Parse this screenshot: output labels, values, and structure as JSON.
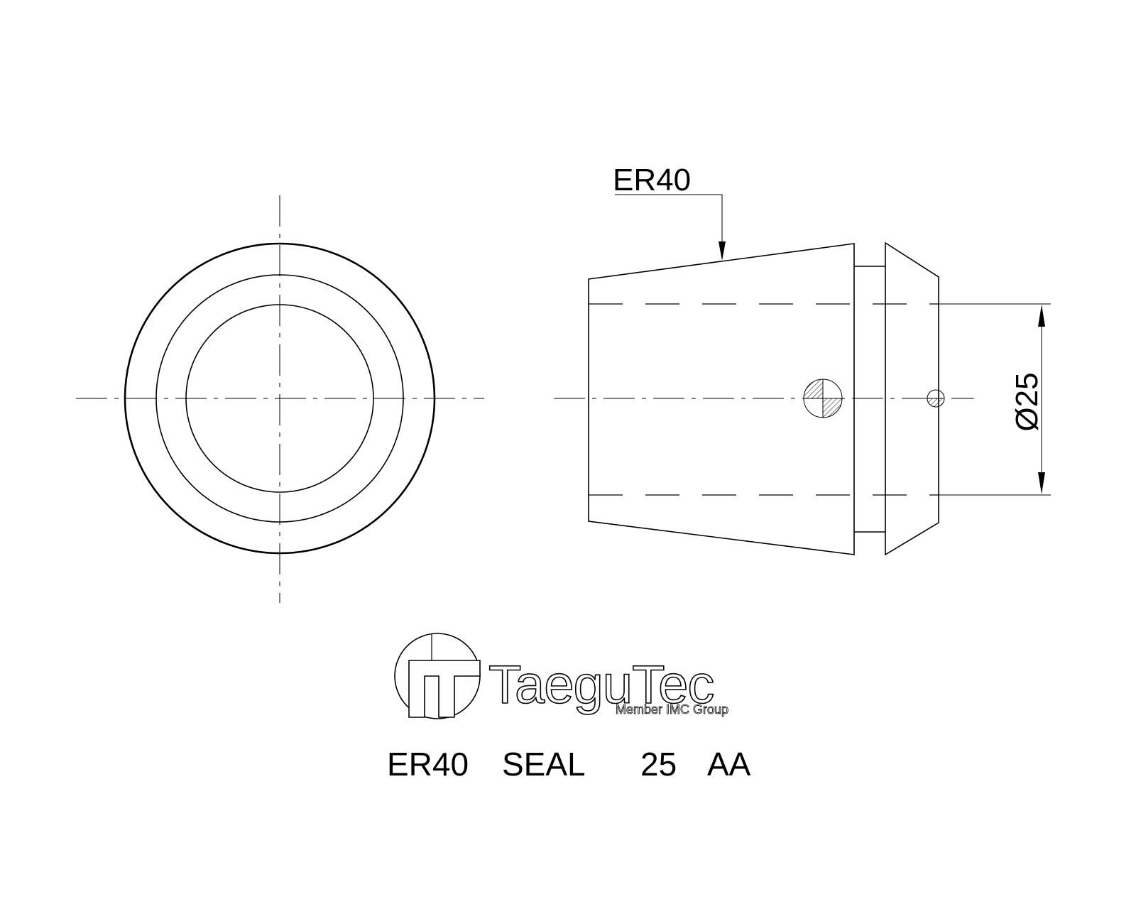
{
  "labels": {
    "callout": "ER40",
    "diameter": "Ø25"
  },
  "logo": {
    "name": "TaeguTec",
    "tagline": "Member IMC Group"
  },
  "title_block": {
    "part_type": "ER40",
    "description": "SEAL",
    "size": "25",
    "variant": "AA"
  }
}
